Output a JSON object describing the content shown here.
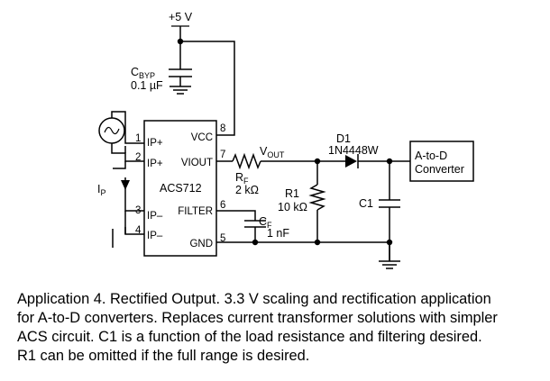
{
  "supply": {
    "label": "+5 V"
  },
  "cbyp": {
    "name": "C",
    "sub": "BYP",
    "value": "0.1 µF"
  },
  "ic": {
    "name": "ACS712",
    "pins": {
      "ip1": {
        "num": "1",
        "label": "IP+"
      },
      "ip2": {
        "num": "2",
        "label": "IP+"
      },
      "ip3": {
        "num": "3",
        "label": "IP–"
      },
      "ip4": {
        "num": "4",
        "label": "IP–"
      },
      "gnd": {
        "num": "5",
        "label": "GND"
      },
      "filter": {
        "num": "6",
        "label": "FILTER"
      },
      "viout": {
        "num": "7",
        "label": "VIOUT"
      },
      "vcc": {
        "num": "8",
        "label": "VCC"
      }
    }
  },
  "ip_label": {
    "name": "I",
    "sub": "P"
  },
  "rf": {
    "name": "R",
    "sub": "F",
    "value": "2 kΩ"
  },
  "vout": {
    "name": "V",
    "sub": "OUT"
  },
  "cf": {
    "name": "C",
    "sub": "F",
    "value": "1 nF"
  },
  "r1": {
    "name": "R1",
    "value": "10 kΩ"
  },
  "d1": {
    "name": "D1",
    "part": "1N4448W"
  },
  "c1": {
    "name": "C1"
  },
  "adc": {
    "line1": "A-to-D",
    "line2": "Converter"
  },
  "caption": {
    "line1": "Application 4. Rectified Output. 3.3 V scaling and rectification application",
    "line2": "for A-to-D converters. Replaces current transformer solutions with simpler",
    "line3": "ACS circuit. C1 is a function of the load resistance and filtering desired.",
    "line4": "R1 can be omitted if the full range is desired."
  }
}
